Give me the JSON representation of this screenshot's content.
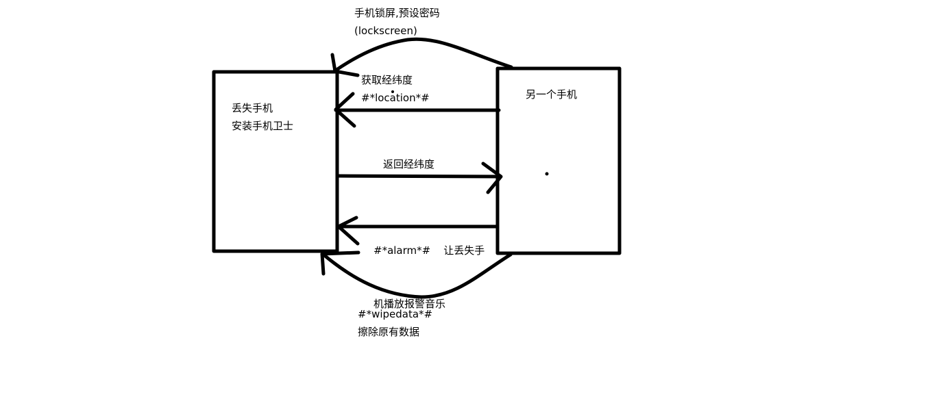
{
  "diagram": {
    "lost_phone": {
      "line1": "丢失手机",
      "line2": "安装手机卫士"
    },
    "other_phone": {
      "label": "另一个手机"
    },
    "flows": {
      "lockscreen": {
        "line1": "手机锁屏,预设密码",
        "line2": "(lockscreen)"
      },
      "location": {
        "line1": "获取经纬度",
        "line2": "#*location*#"
      },
      "return_location": {
        "label": "返回经纬度"
      },
      "alarm": {
        "line1": "#*alarm*#    让丢失手",
        "line2": "机播放报警音乐"
      },
      "wipedata": {
        "line1": "#*wipedata*#",
        "line2": "擦除原有数据"
      }
    },
    "colors": {
      "stroke": "#000000",
      "background": "#ffffff"
    }
  }
}
